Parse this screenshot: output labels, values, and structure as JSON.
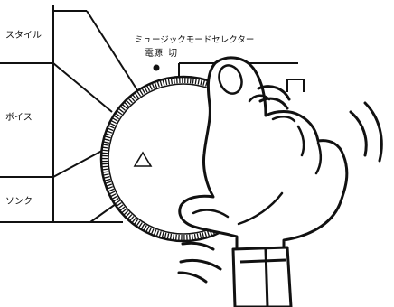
{
  "mode_labels": {
    "style": "スタイル",
    "voice": "ボイス",
    "song": "ソンク"
  },
  "selector": {
    "title": "ミュージックモードセレクター",
    "power_label": "電源",
    "off_label": "切"
  },
  "colors": {
    "ink": "#111111",
    "paper": "#ffffff"
  },
  "icons": {
    "dial_marker": "triangle-icon",
    "power_indicator": "power-dot-icon"
  }
}
